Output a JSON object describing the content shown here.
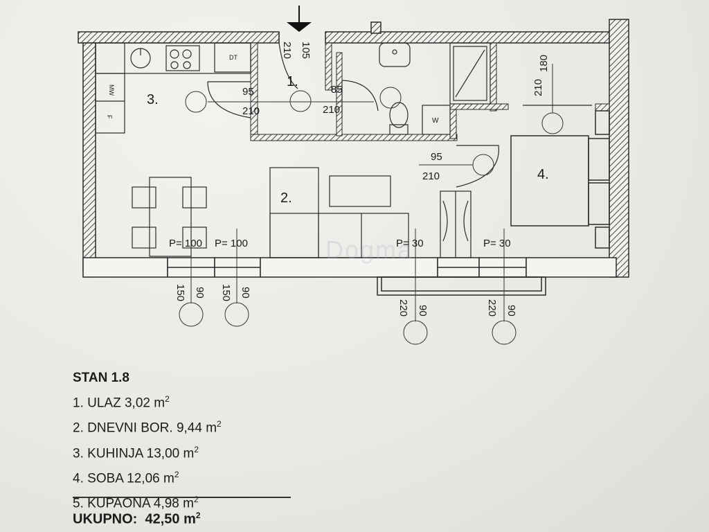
{
  "plan": {
    "room_labels": {
      "entry": "1.",
      "living": "2.",
      "kitchen": "3.",
      "bedroom": "4."
    },
    "appliance_labels": {
      "dishwasher": "DT",
      "microwave": "MW",
      "fridge": "F",
      "washer": "W"
    },
    "door_dims": {
      "entry_h": "210",
      "entry_w": "105",
      "kitchen_w": "95",
      "kitchen_h": "210",
      "bath_w": "85",
      "bath_h": "210",
      "living_w": "95",
      "living_h": "210",
      "bedroom_w": "180",
      "bedroom_h": "210"
    },
    "window_labels": {
      "p1": "P= 100",
      "p2": "P= 100",
      "p3": "P= 30",
      "p4": "P= 30"
    },
    "window_dims": {
      "w1_a": "150",
      "w1_b": "90",
      "w2_a": "150",
      "w2_b": "90",
      "w3_a": "220",
      "w3_b": "90",
      "w4_a": "220",
      "w4_b": "90"
    },
    "watermark": "Dogma"
  },
  "legend": {
    "title": "STAN 1.8",
    "items": [
      {
        "num": "1.",
        "text": "ULAZ 3,02 m",
        "sup": "2"
      },
      {
        "num": "2.",
        "text": "DNEVNI BOR. 9,44 m",
        "sup": "2"
      },
      {
        "num": "3.",
        "text": "KUHINJA 13,00 m",
        "sup": "2"
      },
      {
        "num": "4.",
        "text": "SOBA 12,06 m",
        "sup": "2"
      },
      {
        "num": "5.",
        "text": "KUPAONA 4,98 m",
        "sup": "2"
      }
    ],
    "total_label": "UKUPNO:",
    "total_value": "42,50 m",
    "total_sup": "2"
  },
  "colors": {
    "wall": "#2a2a2a",
    "hatch": "#555555",
    "paper": "#ecebe6"
  }
}
